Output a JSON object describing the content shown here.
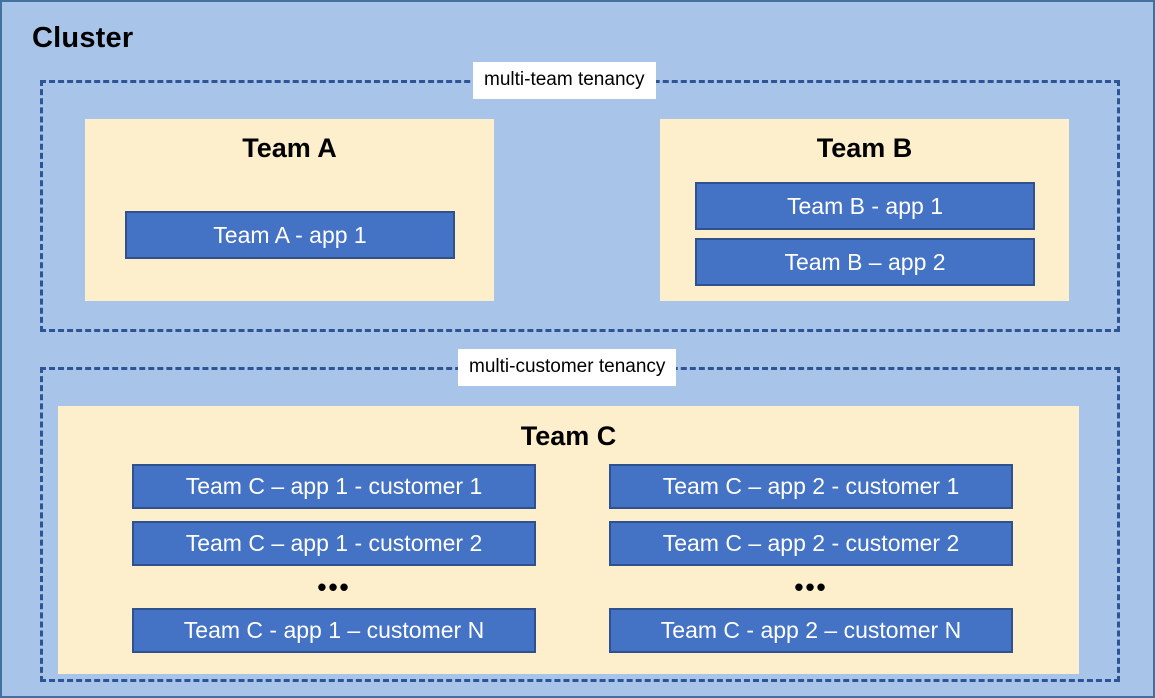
{
  "diagram": {
    "title": "Cluster",
    "background_color": "#A8C4E8",
    "border_color": "#41719C",
    "panel_color": "#FDEFCC",
    "app_box_color": "#4472C4",
    "app_box_border_color": "#2F528F",
    "dashed_border_color": "#2F5496"
  },
  "regions": [
    {
      "id": "multi-team",
      "label": "multi-team tenancy",
      "teams": [
        {
          "id": "team-a",
          "title": "Team A",
          "apps": [
            {
              "label": "Team A - app 1"
            }
          ]
        },
        {
          "id": "team-b",
          "title": "Team B",
          "apps": [
            {
              "label": "Team B - app 1"
            },
            {
              "label": "Team B – app 2"
            }
          ]
        }
      ]
    },
    {
      "id": "multi-customer",
      "label": "multi-customer tenancy",
      "teams": [
        {
          "id": "team-c",
          "title": "Team C",
          "columns": [
            {
              "id": "app-1",
              "rows": [
                {
                  "label": "Team C – app 1 - customer 1"
                },
                {
                  "label": "Team C – app 1 - customer 2"
                }
              ],
              "ellipsis": "•••",
              "last_row": {
                "label": "Team C - app 1 – customer N"
              }
            },
            {
              "id": "app-2",
              "rows": [
                {
                  "label": "Team C – app 2 - customer 1"
                },
                {
                  "label": "Team C – app 2 - customer 2"
                }
              ],
              "ellipsis": "•••",
              "last_row": {
                "label": "Team C - app 2 – customer N"
              }
            }
          ]
        }
      ]
    }
  ]
}
